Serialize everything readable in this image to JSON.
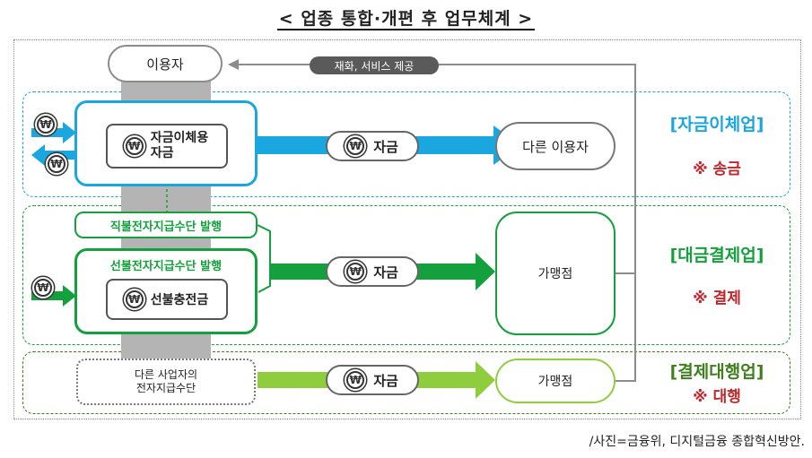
{
  "title": "< 업종 통합·개편 후 업무체계 >",
  "nodes": {
    "user": "이용자",
    "other_user": "다른 이용자",
    "transfer_funds": "자금이체용\n자금",
    "direct_payment": "직불전자지급수단 발행",
    "prepaid_payment": "선불전자지급수단 발행",
    "prepaid_charge": "선불충전금",
    "merchant_1": "가맹점",
    "merchant_2": "가맹점",
    "other_provider": "다른 사업자의\n전자지급수단"
  },
  "flows": {
    "funds_label": "자금",
    "return_label": "재화, 서비스 제공"
  },
  "currency_symbol": "₩",
  "sectors": [
    {
      "name": "[자금이체업]",
      "desc": "※ 송금",
      "color": "#1aa7e0"
    },
    {
      "name": "[대금결제업]",
      "desc": "※ 결제",
      "color": "#14a03c"
    },
    {
      "name": "[결제대행업]",
      "desc": "※ 대행",
      "color": "#3f7f1e"
    }
  ],
  "caption": "/사진=금융위, 디지털금융 종합혁신방안."
}
